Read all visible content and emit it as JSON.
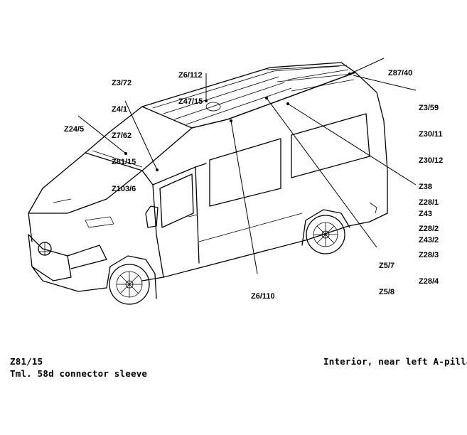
{
  "callouts": {
    "z3_group": [
      "Z3/72",
      "Z4/1",
      "Z7/62",
      "Z81/15",
      "Z103/6"
    ],
    "z6_group": [
      "Z6/112",
      "Z47/15"
    ],
    "z87": [
      "Z87/40"
    ],
    "z24": [
      "Z24/5"
    ],
    "right_group": [
      "Z3/59",
      "Z30/11",
      "Z30/12",
      "Z38",
      "Z43",
      "Z43/2"
    ],
    "z28_group": [
      "Z28/1",
      "Z28/2",
      "Z28/3",
      "Z28/4"
    ],
    "z5_group": [
      "Z5/7",
      "Z5/8"
    ],
    "z6_110": [
      "Z6/110"
    ]
  },
  "footer": {
    "code": "Z81/15",
    "description": "Tml. 58d connector sleeve",
    "location": "Interior, near left A-pillar"
  }
}
